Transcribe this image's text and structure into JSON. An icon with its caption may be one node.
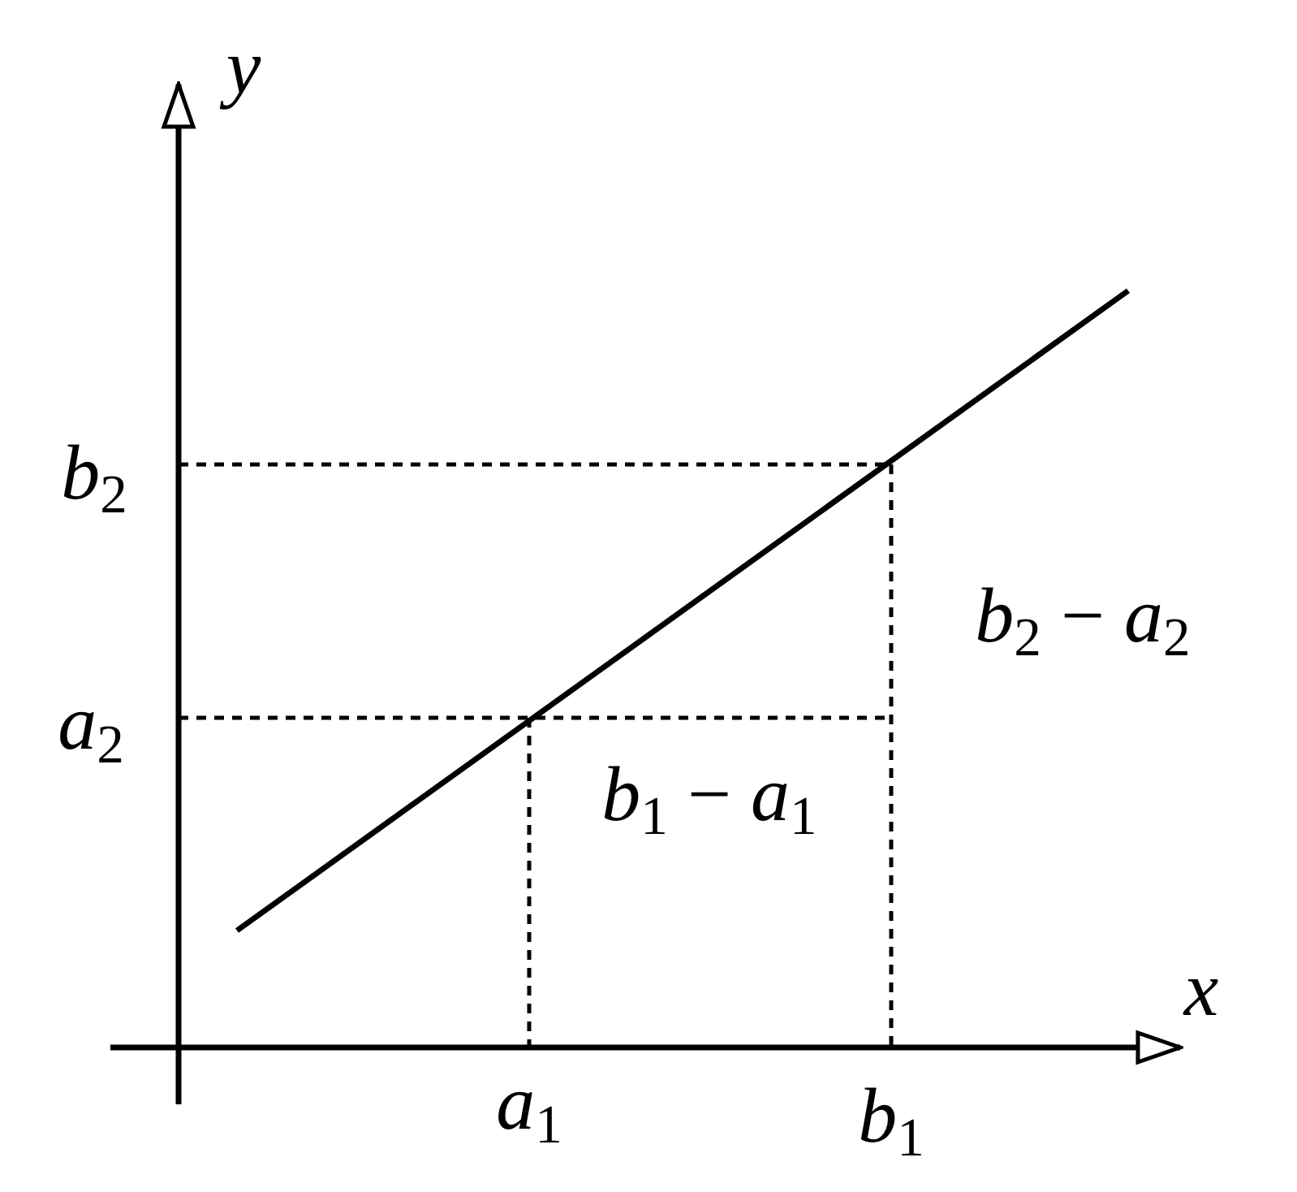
{
  "diagram": {
    "labels": [
      "*y*",
      "*b*$_{2}$",
      "*b*$_{2}$ − *a*$_{2}$",
      "*a*$_{2}$",
      "*b*$_{1}$ − *a*$_{1}$",
      "*x*",
      "*a*$_{1}$",
      "*b*$_{1}$"
    ]
  }
}
